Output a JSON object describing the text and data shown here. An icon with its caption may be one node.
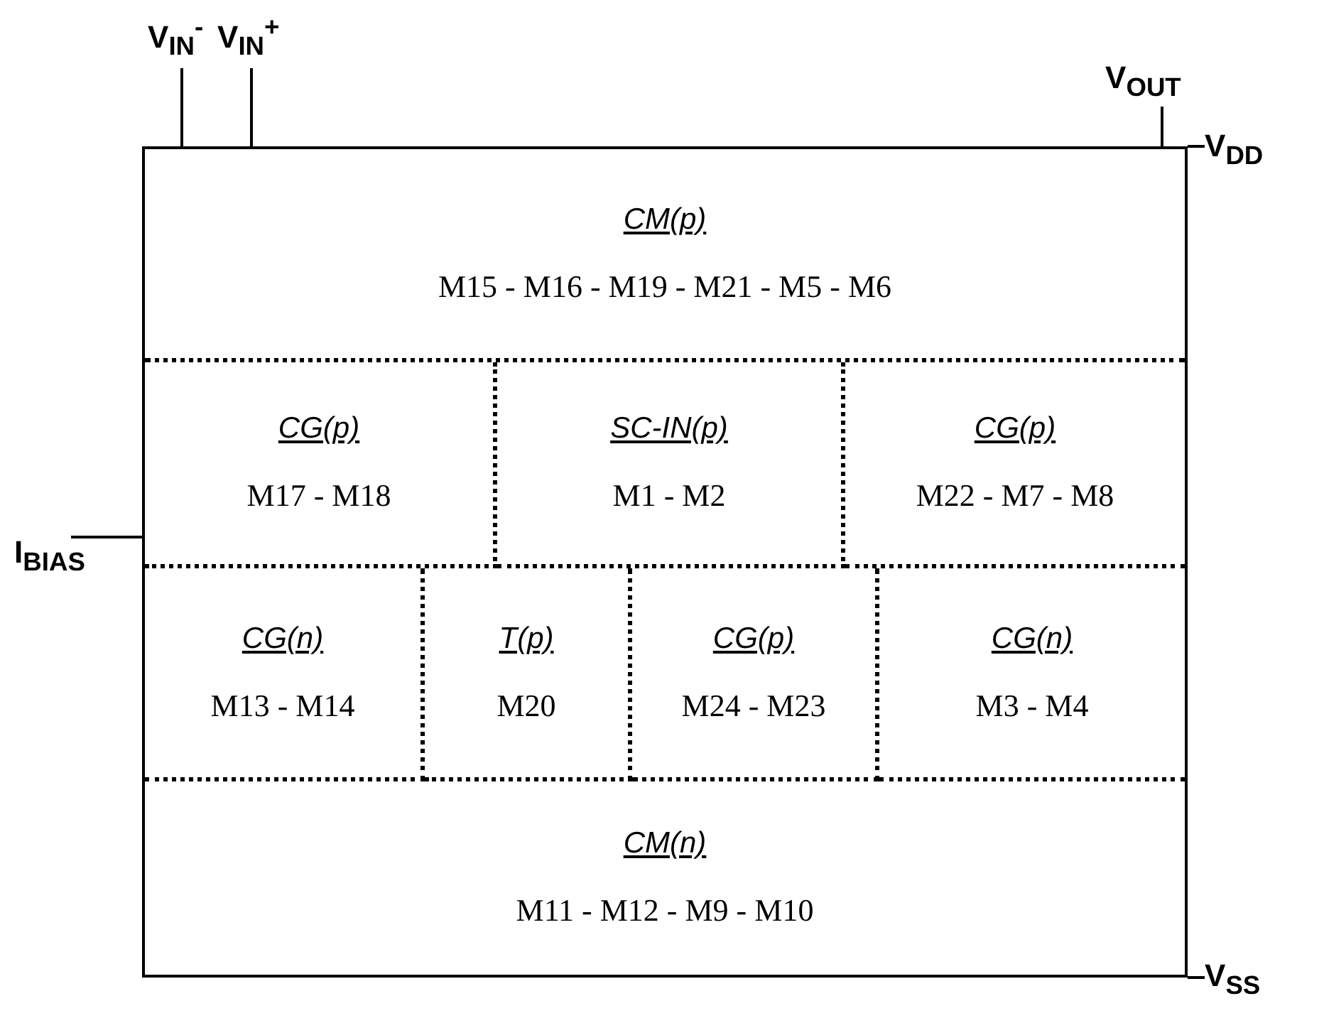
{
  "diagram": {
    "nodes": [
      {
        "text": [],
        "shape": "box"
      },
      {
        "text": [
          "CM(p)",
          "M15 - M16 - M19 - M21 - M5 - M6"
        ],
        "in": 0
      },
      {
        "text": [
          "CG(p)",
          "M17 - M18"
        ],
        "in": 0
      },
      {
        "text": [
          "SC-IN(p)",
          "M1 - M2"
        ],
        "in": 0
      },
      {
        "text": [
          "CG(p)",
          "M22 - M7 - M8"
        ],
        "in": 0
      },
      {
        "text": [
          "CG(n)",
          "M13 - M14"
        ],
        "in": 0
      },
      {
        "text": [
          "T(p)",
          "M20"
        ],
        "in": 0
      },
      {
        "text": [
          "CG(p)",
          "M24 - M23"
        ],
        "in": 0
      },
      {
        "text": [
          "CG(n)",
          "M3 - M4"
        ],
        "in": 0
      },
      {
        "text": [
          "CM(n)",
          "M11 - M12 - M9 - M10"
        ],
        "in": 0
      },
      {
        "text": [
          "V$_{IN}$$^{-}$"
        ]
      },
      {
        "text": [
          "V$_{IN}$$^{+}$"
        ]
      },
      {
        "text": [
          "V$_{OUT}$"
        ]
      },
      {
        "text": [
          "V$_{DD}$"
        ]
      },
      {
        "text": [
          "I$_{BIAS}$"
        ]
      },
      {
        "text": [
          "V$_{SS}$"
        ]
      }
    ],
    "edges": [
      {
        "from": 10,
        "to": 0,
        "arrow": "none"
      },
      {
        "from": 11,
        "to": 0,
        "arrow": "none"
      },
      {
        "from": 12,
        "to": 0,
        "arrow": "none"
      },
      {
        "from": 13,
        "to": 0,
        "arrow": "none"
      },
      {
        "from": 14,
        "to": 0,
        "arrow": "none"
      },
      {
        "from": 15,
        "to": 0,
        "arrow": "none"
      }
    ]
  }
}
